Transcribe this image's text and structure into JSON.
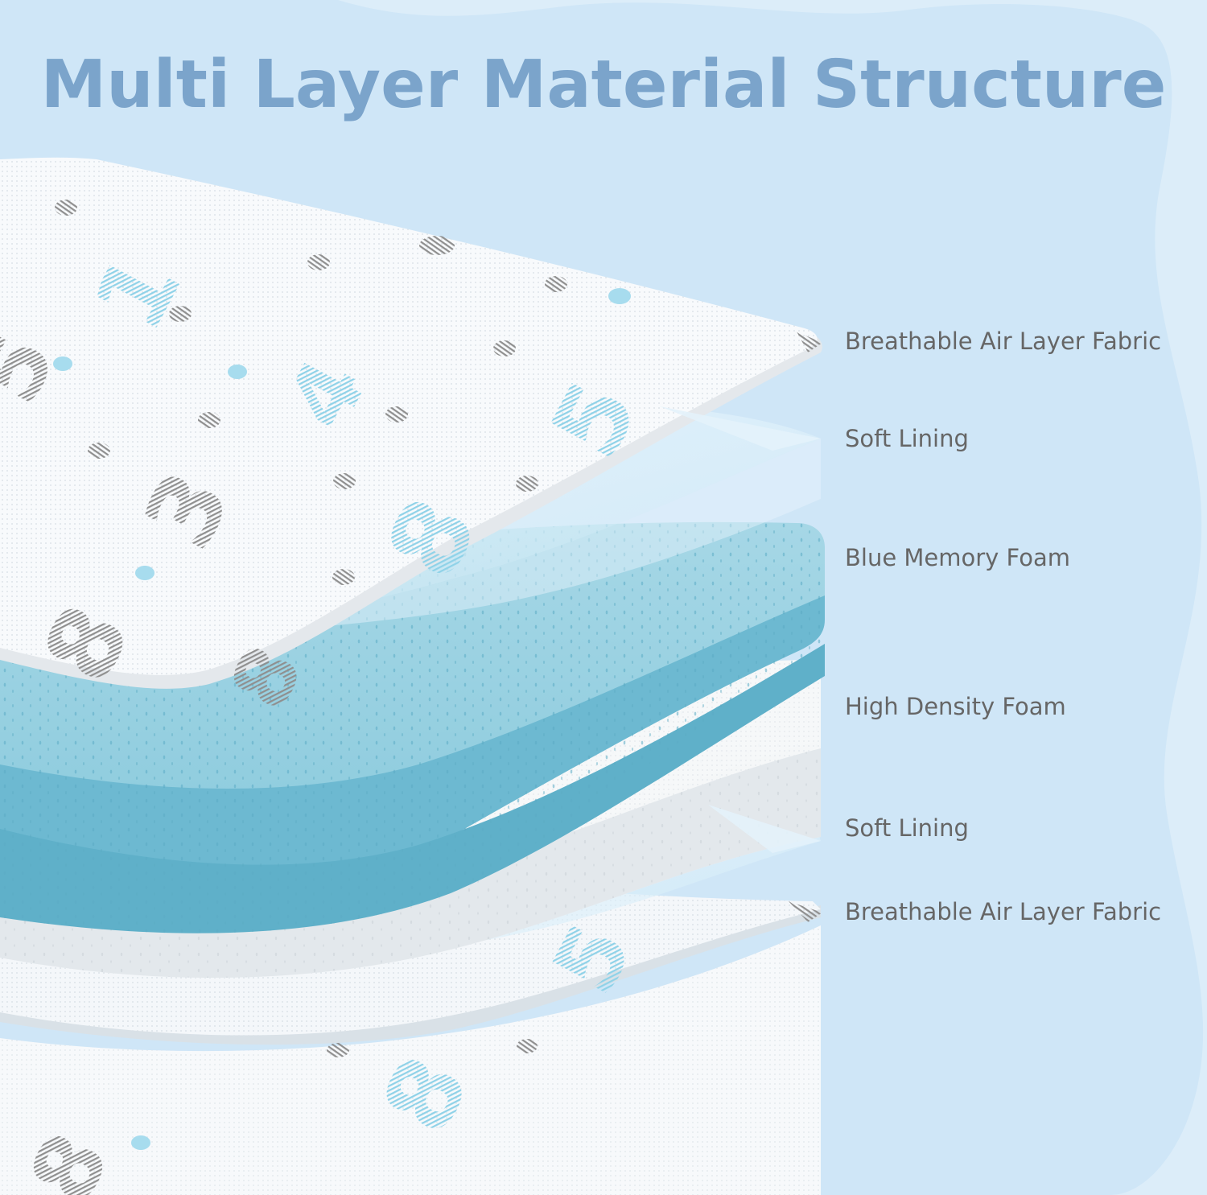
{
  "title": "Multi Layer Material Structure",
  "layers": [
    {
      "label": "Breathable Air Layer Fabric"
    },
    {
      "label": "Soft Lining"
    },
    {
      "label": "Blue Memory Foam"
    },
    {
      "label": "High Density Foam"
    },
    {
      "label": "Soft Lining"
    },
    {
      "label": "Breathable Air Layer Fabric"
    }
  ],
  "colors": {
    "background": "#dcedf9",
    "wave_panel": "#cfe6f7",
    "title": "#7ba4cb",
    "label": "#666666",
    "memory_foam": "#7fc3d8",
    "memory_foam_edge": "#64b3cc",
    "fabric": "#f7f9fb",
    "print_blue": "#a7dcee",
    "print_gray": "#a3a3a3"
  },
  "print_digits": [
    "1",
    "4",
    "5",
    "3",
    "8",
    "8",
    "5",
    "8"
  ]
}
